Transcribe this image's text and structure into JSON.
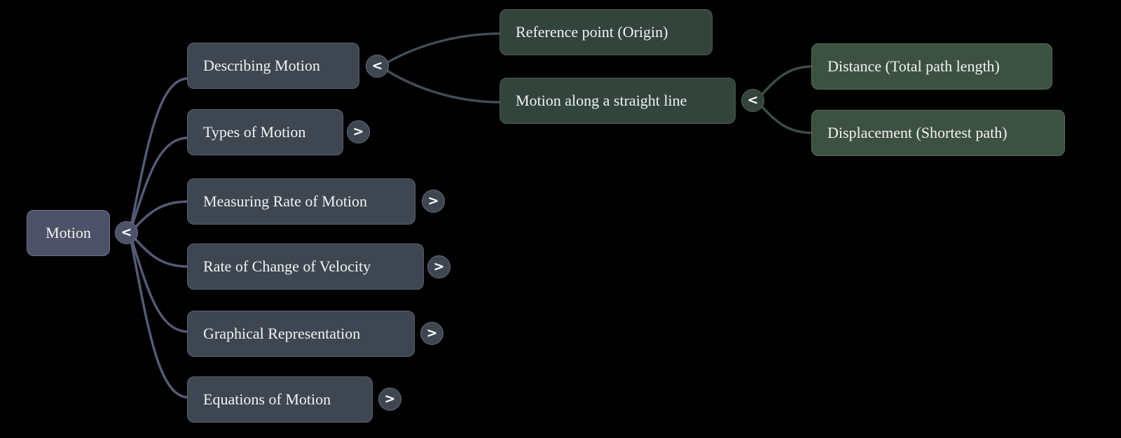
{
  "app": {
    "description": "Mind map of Motion (physics chapter)"
  },
  "colors": {
    "background": "#000000",
    "root_fill": "#4e5268",
    "branch_fill": "#3e4651",
    "green_fill": "#33443c",
    "green_leaf_fill": "#3d5142",
    "text": "#f3f3f3",
    "root_edge": "#555a75",
    "branch_edge": "#434c58",
    "green_edge": "#3b4e44"
  },
  "buttons": {
    "collapse_glyph": "<",
    "expand_glyph": ">"
  },
  "nodes": {
    "root": {
      "label": "Motion"
    },
    "describing_motion": {
      "label": "Describing Motion"
    },
    "types_of_motion": {
      "label": "Types of Motion"
    },
    "measuring_rate": {
      "label": "Measuring Rate of Motion"
    },
    "rate_of_change": {
      "label": "Rate of Change of Velocity"
    },
    "graphical_representation": {
      "label": "Graphical Representation"
    },
    "equations_of_motion": {
      "label": "Equations of Motion"
    },
    "reference_point": {
      "label": "Reference point (Origin)"
    },
    "straight_line": {
      "label": "Motion along a straight line"
    },
    "distance": {
      "label": "Distance (Total path length)"
    },
    "displacement": {
      "label": "Displacement (Shortest path)"
    }
  }
}
